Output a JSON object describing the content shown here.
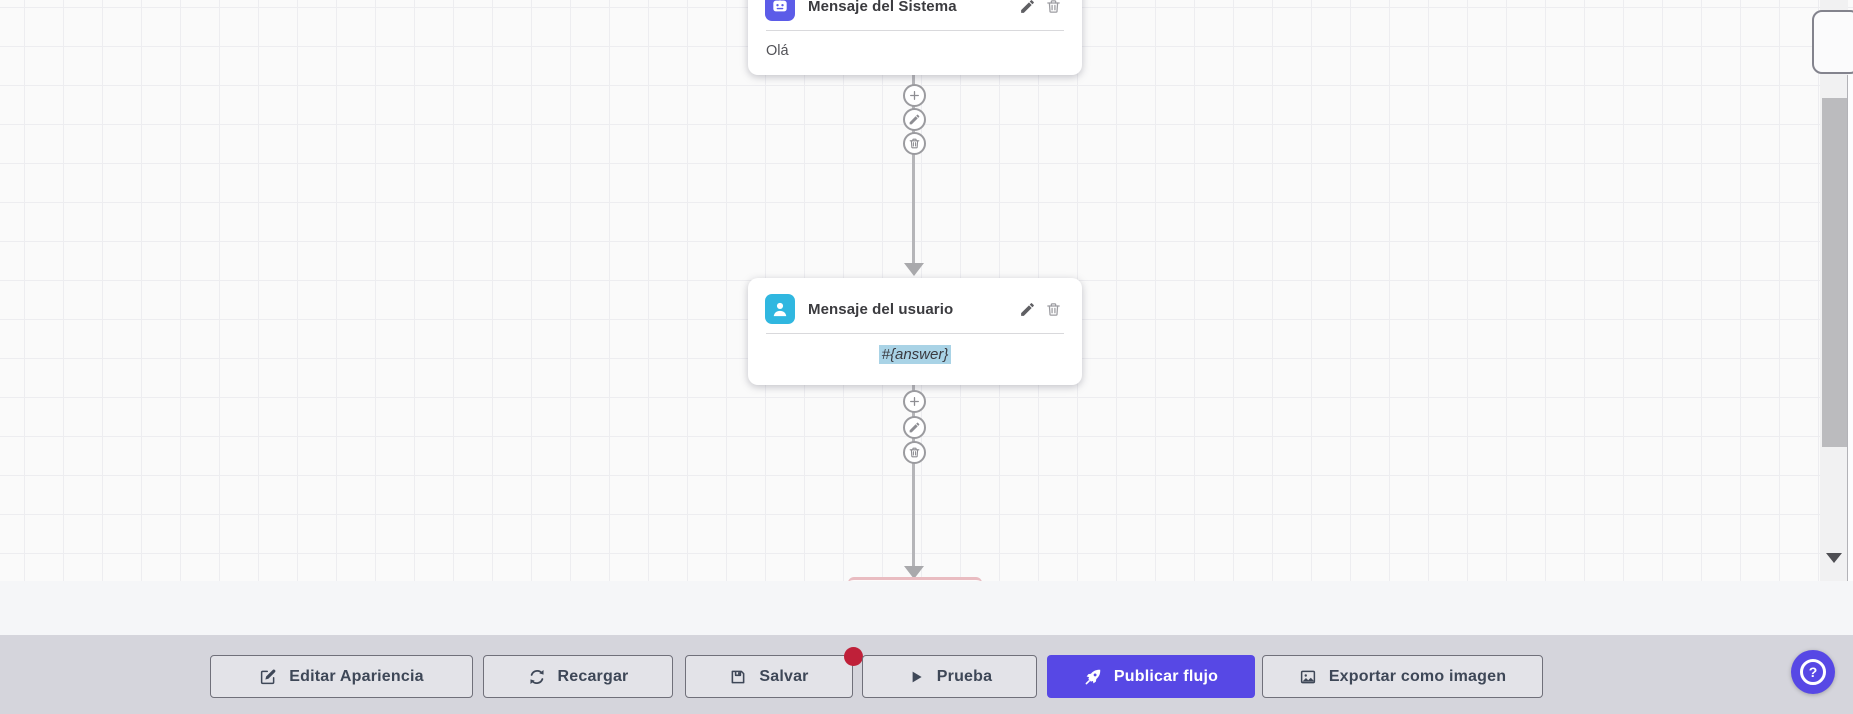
{
  "app": {
    "name": "chatbot-flow-builder"
  },
  "canvas": {
    "nodes": [
      {
        "title": "Mensaje del Sistema",
        "content": "Olá",
        "icon": "bot-icon",
        "accent_color": "#5c5ce8"
      },
      {
        "title": "Mensaje del usuario",
        "content": "#{answer}",
        "icon": "user-icon",
        "accent_color": "#30b7e0",
        "content_highlight_color": "#a9d3e6"
      }
    ],
    "connector_actions": [
      {
        "name": "add",
        "icon": "plus-icon"
      },
      {
        "name": "edit",
        "icon": "pencil-icon"
      },
      {
        "name": "delete",
        "icon": "trash-icon"
      }
    ]
  },
  "toolbar": {
    "buttons": [
      {
        "label": "Editar Apariencia",
        "icon": "edit-square-icon"
      },
      {
        "label": "Recargar",
        "icon": "refresh-icon"
      },
      {
        "label": "Salvar",
        "icon": "save-icon",
        "has_badge": true
      },
      {
        "label": "Prueba",
        "icon": "play-icon"
      },
      {
        "label": "Publicar flujo",
        "icon": "rocket-icon",
        "primary": true
      },
      {
        "label": "Exportar como imagen",
        "icon": "image-icon"
      }
    ],
    "primary_color": "#5748e5",
    "badge_color": "#bf2039"
  },
  "help_button": {
    "label": "?",
    "color": "#5748e5"
  }
}
